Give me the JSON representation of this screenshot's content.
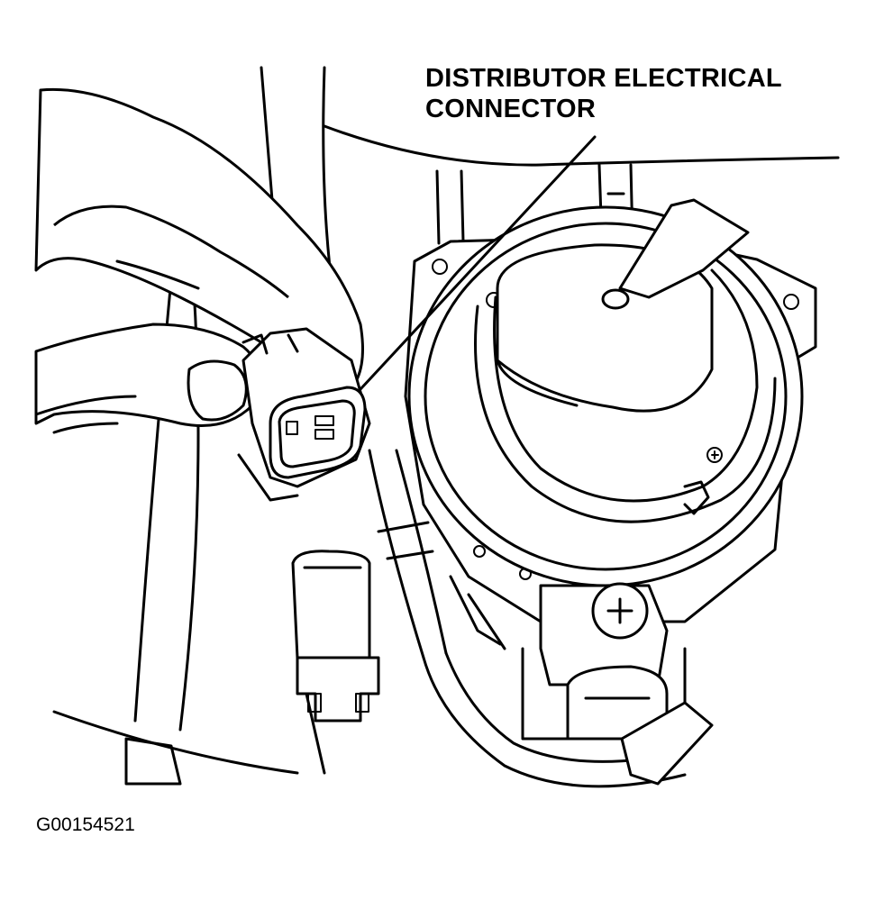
{
  "labels": {
    "callout_line1": "DISTRIBUTOR ELECTRICAL",
    "callout_line2": "CONNECTOR",
    "figure_id": "G00154521"
  }
}
